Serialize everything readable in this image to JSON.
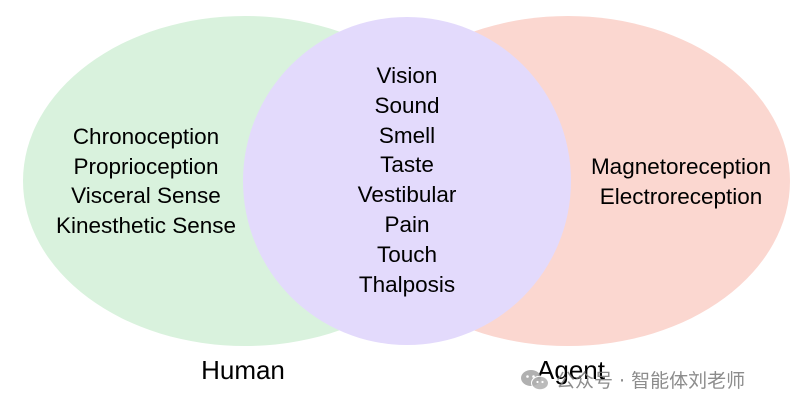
{
  "colors": {
    "human_fill": "#d9f2dd",
    "agent_fill": "#fbd7d0",
    "shared_fill": "#e3dafc"
  },
  "sets": {
    "human": {
      "label": "Human",
      "items": [
        "Chronoception",
        "Proprioception",
        "Visceral Sense",
        "Kinesthetic Sense"
      ]
    },
    "shared": {
      "items": [
        "Vision",
        "Sound",
        "Smell",
        "Taste",
        "Vestibular",
        "Pain",
        "Touch",
        "Thalposis"
      ]
    },
    "agent": {
      "label": "Agent",
      "items": [
        "Magnetoreception",
        "Electroreception"
      ]
    }
  },
  "watermark": {
    "icon": "wechat-icon",
    "text": "公众号 · 智能体刘老师"
  }
}
